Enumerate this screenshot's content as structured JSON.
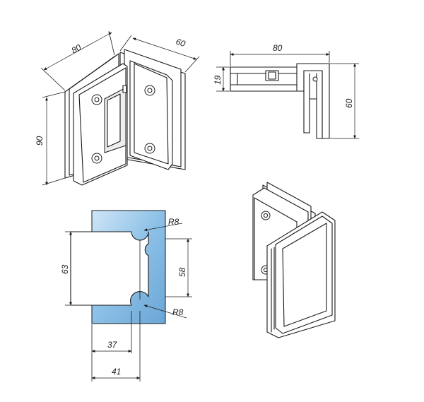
{
  "iso_hinge": {
    "dim_width_a": "80",
    "dim_width_b": "60",
    "dim_height": "90"
  },
  "top_view": {
    "dim_length": "80",
    "dim_thickness": "19",
    "dim_depth": "60"
  },
  "glass_cutout": {
    "fill_color": "#8cc0e6",
    "dim_cut_height": "63",
    "dim_plate_height": "58",
    "dim_radius_top": "R8",
    "dim_radius_bottom": "R8",
    "dim_depth_inner": "37",
    "dim_depth_outer": "41"
  }
}
